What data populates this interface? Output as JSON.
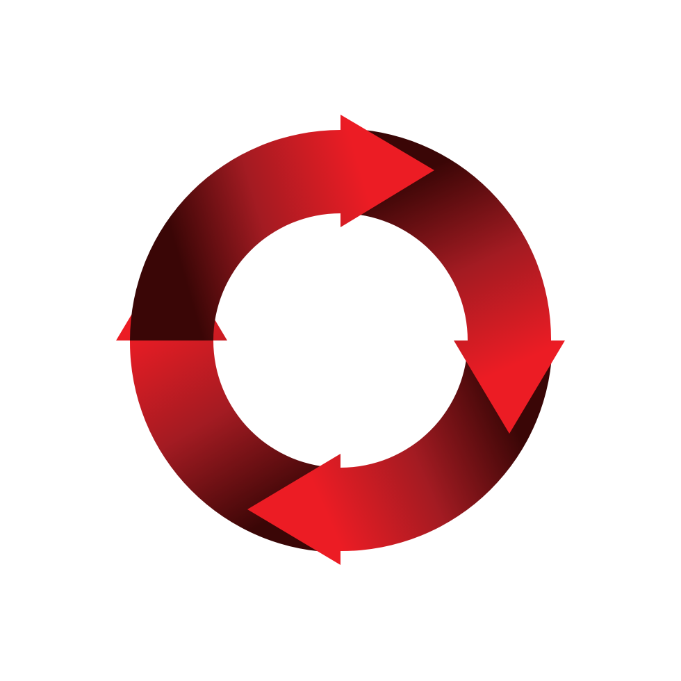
{
  "graphic": {
    "kind": "circular-cycle-arrows",
    "direction": "clockwise",
    "arrow_count": 4,
    "icons": [
      "arrow-right-icon",
      "arrow-down-icon",
      "arrow-left-icon",
      "arrow-up-icon"
    ]
  },
  "colors": {
    "background": "#ffffff",
    "arrow_bright": "#ec1c24",
    "arrow_mid": "#a31b22",
    "arrow_dark": "#3a0606"
  }
}
